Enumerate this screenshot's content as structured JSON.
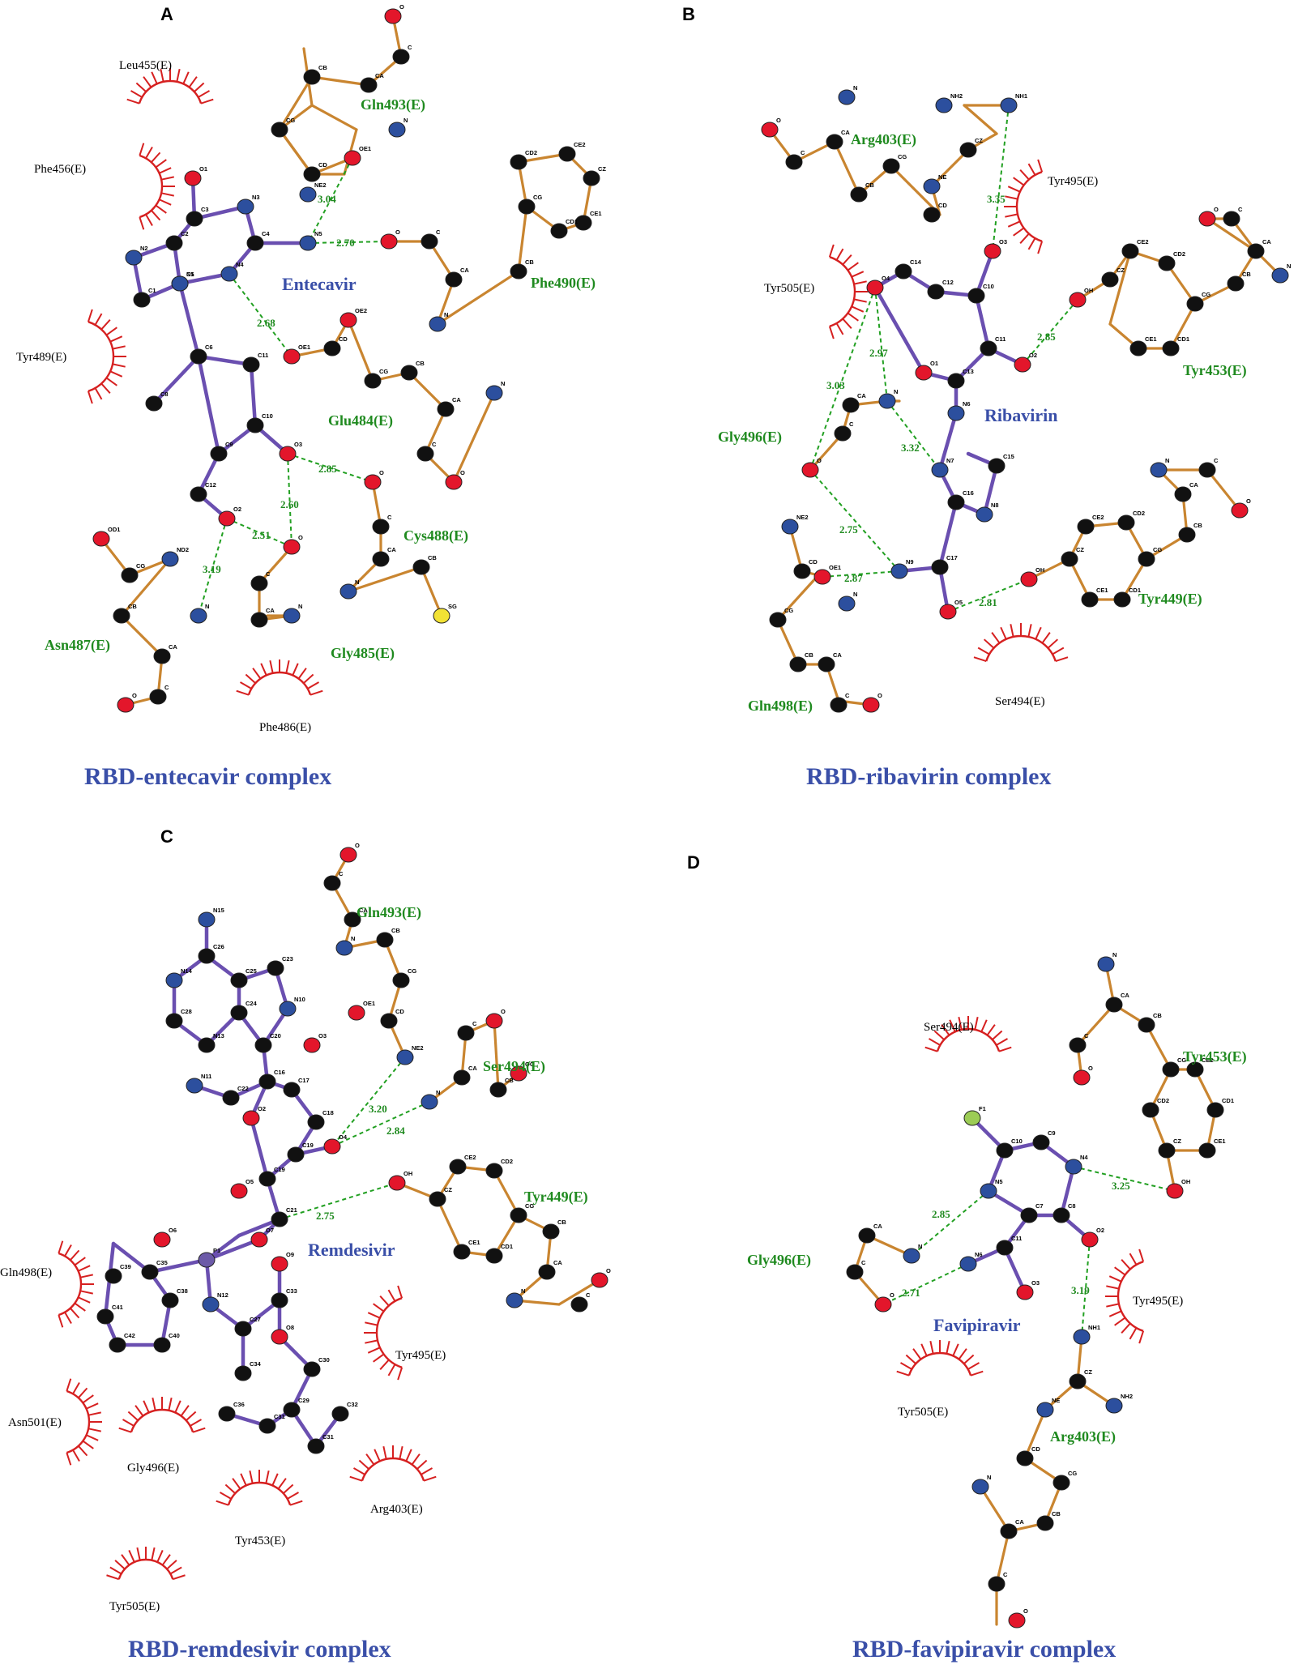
{
  "colors": {
    "carbon": "#111111",
    "nitrogen": "#2c4f9e",
    "oxygen": "#e3162b",
    "sulfur": "#f2e234",
    "fluorine": "#9ccc55",
    "phosphorus": "#6c5aa8",
    "ligand_bond": "#6a4fb0",
    "residue_bond": "#c98530",
    "hbond": "#22a022",
    "hydrophobic": "#d62020",
    "caption": "#3a4fa8",
    "residue_label": "#1f8a1f"
  },
  "panels": [
    {
      "letter": "A",
      "ligand": "Entecavir",
      "caption": "RBD-entecavir complex",
      "hbond_residues": [
        "Gln493(E)",
        "Phe490(E)",
        "Glu484(E)",
        "Cys488(E)",
        "Asn487(E)",
        "Gly485(E)"
      ],
      "hydrophobic_residues": [
        "Leu455(E)",
        "Phe456(E)",
        "Tyr489(E)",
        "Phe486(E)"
      ],
      "distances": [
        "3.04",
        "2.70",
        "2.68",
        "2.85",
        "2.60",
        "2.51",
        "3.19"
      ]
    },
    {
      "letter": "B",
      "ligand": "Ribavirin",
      "caption": "RBD-ribavirin complex",
      "hbond_residues": [
        "Arg403(E)",
        "Tyr453(E)",
        "Gly496(E)",
        "Gln498(E)",
        "Tyr449(E)"
      ],
      "hydrophobic_residues": [
        "Tyr495(E)",
        "Tyr505(E)",
        "Ser494(E)"
      ],
      "distances": [
        "3.35",
        "2.85",
        "2.97",
        "3.03",
        "3.32",
        "2.75",
        "2.87",
        "2.81"
      ]
    },
    {
      "letter": "C",
      "ligand": "Remdesivir",
      "caption": "RBD-remdesivir complex",
      "hbond_residues": [
        "Gln493(E)",
        "Ser494(E)",
        "Tyr449(E)"
      ],
      "hydrophobic_residues": [
        "Gln498(E)",
        "Tyr495(E)",
        "Asn501(E)",
        "Gly496(E)",
        "Arg403(E)",
        "Tyr453(E)",
        "Tyr505(E)"
      ],
      "distances": [
        "3.20",
        "2.84",
        "2.75"
      ]
    },
    {
      "letter": "D",
      "ligand": "Favipiravir",
      "caption": "RBD-favipiravir complex",
      "hbond_residues": [
        "Tyr453(E)",
        "Gly496(E)",
        "Arg403(E)"
      ],
      "hydrophobic_residues": [
        "Ser494(E)",
        "Tyr495(E)",
        "Tyr505(E)"
      ],
      "distances": [
        "3.25",
        "2.85",
        "2.71",
        "3.19"
      ]
    }
  ]
}
